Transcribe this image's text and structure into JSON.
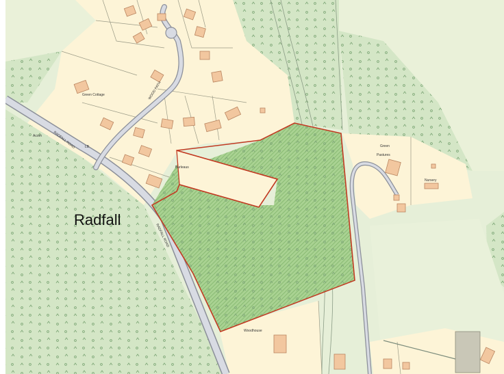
{
  "map": {
    "colors": {
      "woodland": "#d4e6c6",
      "woodland_symbol": "#7fa878",
      "grass": "#e6efd8",
      "residential": "#fdf4d7",
      "building": "#f2c79f",
      "building_stroke": "#b98560",
      "road_fill": "#d8dbe3",
      "road_edge": "#8b8f99",
      "boundary": "#c23a22",
      "site_fill": "#8fc47a",
      "frame": "#ffffff"
    },
    "labels": {
      "place": "Radfall",
      "road_upper": "RADFALL ROAD",
      "road_lower": "RADFALL ROAD",
      "lane": "WOOD PATH",
      "house_1": "Green Cottage",
      "house_2": "Acorn",
      "house_3": "LB",
      "house_4": "Burleaus",
      "house_5": "Green Pastures",
      "house_6": "Woodhouse",
      "outbuilding": "Nursery"
    }
  }
}
